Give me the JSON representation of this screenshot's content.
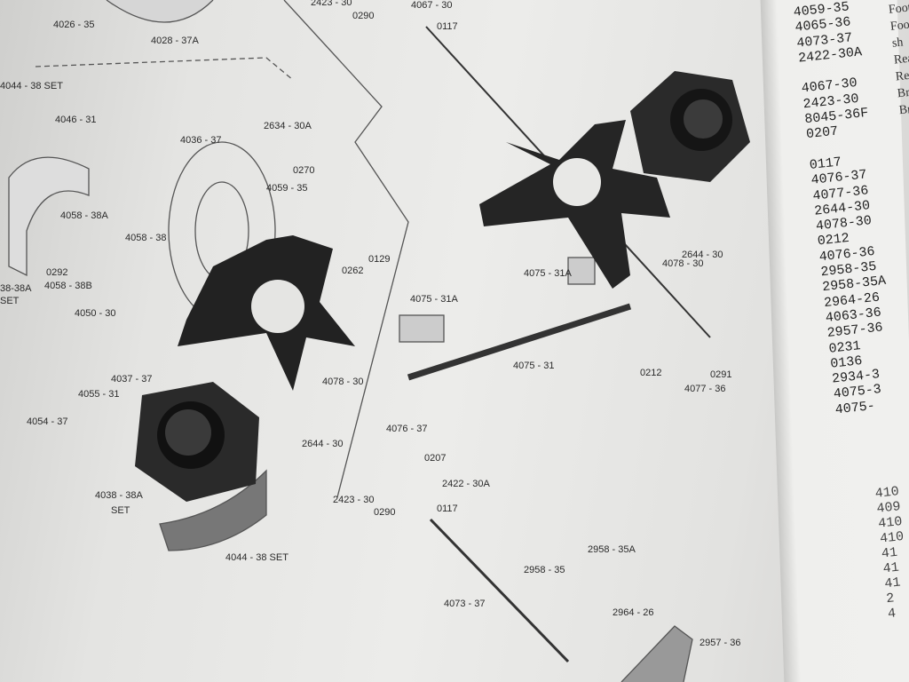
{
  "diagram_labels": [
    "4026 - 35",
    "4028 - 37A",
    "2423 - 30",
    "0290",
    "4067 - 30",
    "0117",
    "4044 - 38 SET",
    "4046 - 31",
    "4036 - 37",
    "2634 - 30A",
    "0270",
    "4059 - 35",
    "4058 - 38A",
    "4058 - 38",
    "0292",
    "4058 - 38B",
    "38-38A",
    "SET",
    "4050 - 30",
    "0262",
    "0129",
    "4075 - 31A",
    "4075 - 31A",
    "2644 - 30",
    "4078 - 30",
    "4037 - 37",
    "4055 - 31",
    "4054 - 37",
    "4078 - 30",
    "4075 - 31",
    "0212",
    "4077 - 36",
    "0291",
    "4076 - 37",
    "2644 - 30",
    "0207",
    "2422 - 30A",
    "4038 - 38A",
    "SET",
    "2423 - 30",
    "0290",
    "0117",
    "2958 - 35A",
    "2958 - 35",
    "4044 - 38 SET",
    "4073 - 37",
    "2964 - 26",
    "2957 - 36"
  ],
  "parts_list": [
    "4059-35",
    "4065-36",
    "4073-37",
    "2422-30A",
    "",
    "4067-30",
    "2423-30",
    "8045-36F",
    "0207",
    "",
    "0117",
    "4076-37",
    "4077-36",
    "2644-30",
    "4078-30",
    "0212",
    "4076-36",
    "2958-35",
    "2958-35A",
    "2964-26",
    "4063-36",
    "2957-36",
    "0231",
    "0136",
    "2934-3",
    "4075-3",
    "4075-"
  ],
  "parts_list_lower": [
    "410",
    "409",
    "410",
    "410",
    "41",
    "41",
    "41",
    "2",
    "4"
  ],
  "descriptions": [
    "Foot",
    "Foo",
    "sh",
    "Rea",
    "Re",
    "Br",
    "Br"
  ]
}
